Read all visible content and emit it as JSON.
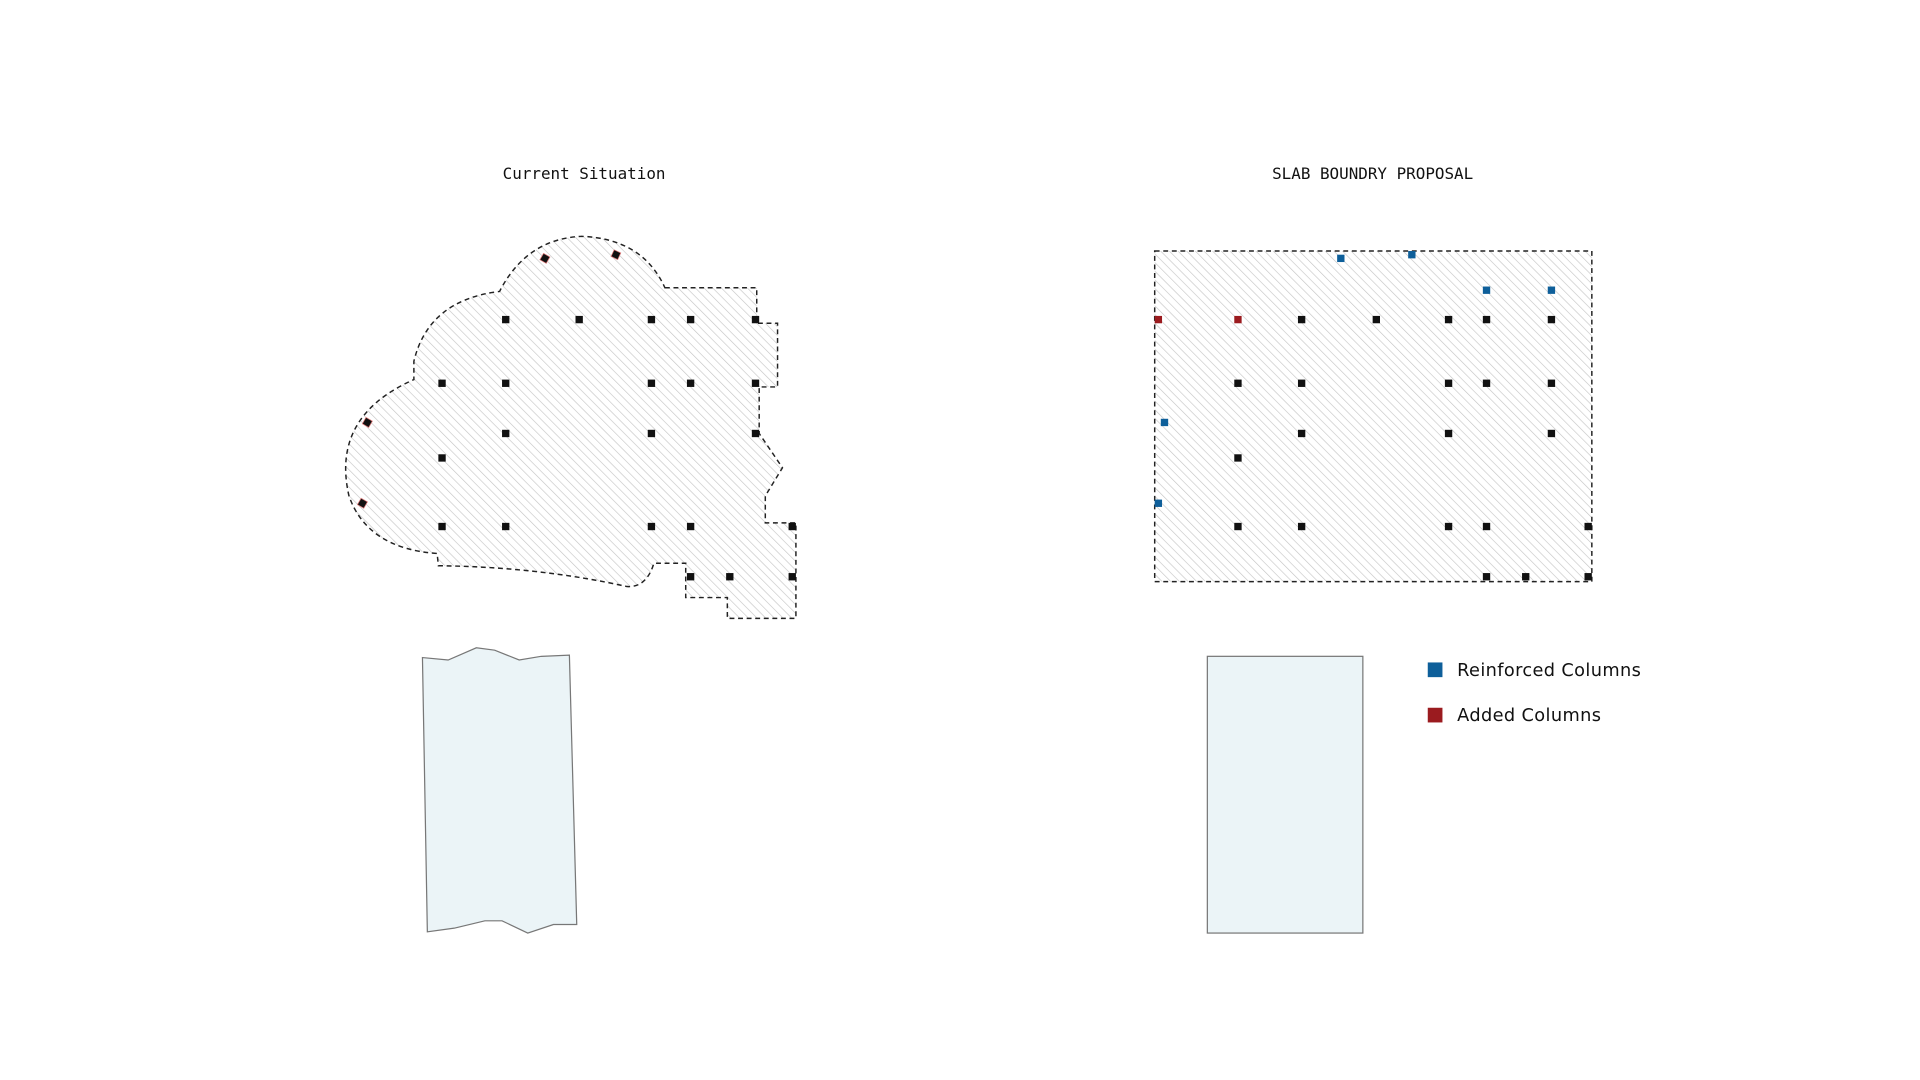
{
  "panels": {
    "current": {
      "title": "Current Situation"
    },
    "proposal": {
      "title": "SLAB BOUNDRY PROPOSAL"
    }
  },
  "legend": {
    "items": [
      {
        "label": "Reinforced Columns",
        "color": "#0e5f9a"
      },
      {
        "label": "Added Columns",
        "color": "#9b1b1f"
      }
    ]
  },
  "colors": {
    "column": "#111111",
    "reinforced": "#0e5f9a",
    "added": "#9b1b1f",
    "block_fill": "#ebf4f7"
  }
}
